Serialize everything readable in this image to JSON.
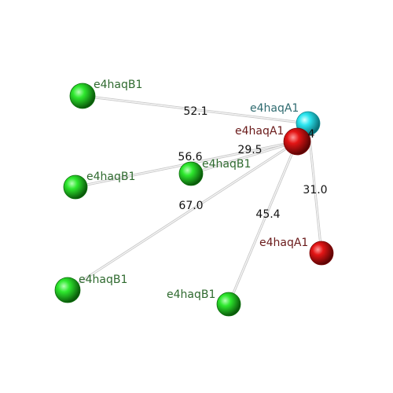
{
  "nodes": [
    {
      "id": "g1",
      "label": "e4haqB1",
      "kind": "green"
    },
    {
      "id": "g2",
      "label": "e4haqB1",
      "kind": "green"
    },
    {
      "id": "g3",
      "label": "e4haqB1",
      "kind": "green"
    },
    {
      "id": "g4",
      "label": "e4haqB1",
      "kind": "green"
    },
    {
      "id": "g5",
      "label": "e4haqB1",
      "kind": "green"
    },
    {
      "id": "cy",
      "label": "e4haqA1",
      "kind": "cyan"
    },
    {
      "id": "r1",
      "label": "e4haqA1",
      "kind": "red"
    },
    {
      "id": "r2",
      "label": "e4haqA1",
      "kind": "red"
    }
  ],
  "edges": [
    {
      "from": "g1",
      "to": "cy",
      "label": "52.1"
    },
    {
      "from": "g2",
      "to": "r1",
      "label": "56.6"
    },
    {
      "from": "g3",
      "to": "r1",
      "label": "29.5"
    },
    {
      "from": "g4",
      "to": "r1",
      "label": "67.0"
    },
    {
      "from": "g5",
      "to": "r1",
      "label": "45.4"
    },
    {
      "from": "r2",
      "to": "cy",
      "label": "31.0"
    },
    {
      "from": "r1",
      "to": "cy",
      "label": "4"
    }
  ],
  "colors": {
    "green": "#1fd21f",
    "green_dark": "#0a6e0a",
    "green_text": "#2f6a2f",
    "cyan": "#27dde8",
    "cyan_dark": "#0d8a93",
    "cyan_text": "#2f6b70",
    "red": "#e01212",
    "red_dark": "#7a0606",
    "red_text": "#6a1a1a",
    "edge": "#c8c8c8"
  }
}
